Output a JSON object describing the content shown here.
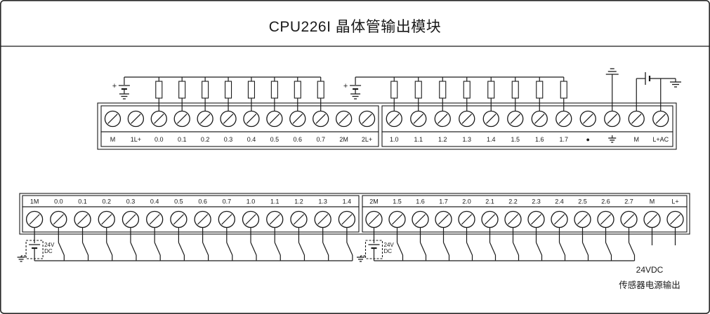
{
  "title": "CPU226I 晶体管输出模块",
  "colors": {
    "line": "#1a1a1a",
    "background": "#ffffff",
    "border": "#2a2a2a"
  },
  "top_strip": {
    "description": "transistor output terminal strip",
    "supply_plus": "+",
    "groups": [
      {
        "name": "output-group-1",
        "labels": [
          "M",
          "1L+",
          "0.0",
          "0.1",
          "0.2",
          "0.3",
          "0.4",
          "0.5",
          "0.6",
          "0.7",
          "2M",
          "2L+"
        ]
      },
      {
        "name": "output-group-2",
        "labels": [
          "1.0",
          "1.1",
          "1.2",
          "1.3",
          "1.4",
          "1.5",
          "1.6",
          "1.7",
          "●",
          "⏚",
          "M",
          "L+AC"
        ]
      }
    ]
  },
  "bottom_strip": {
    "description": "input terminal strip",
    "groups": [
      {
        "name": "input-group-1",
        "labels": [
          "1M",
          "0.0",
          "0.1",
          "0.2",
          "0.3",
          "0.4",
          "0.5",
          "0.6",
          "0.7",
          "1.0",
          "1.1",
          "1.2",
          "1.3",
          "1.4"
        ],
        "supply": {
          "line1": "24V",
          "line2": "DC"
        }
      },
      {
        "name": "input-group-2",
        "labels": [
          "2M",
          "1.5",
          "1.6",
          "1.7",
          "2.0",
          "2.1",
          "2.2",
          "2.3",
          "2.4",
          "2.5",
          "2.6",
          "2.7",
          "M",
          "L+"
        ],
        "supply": {
          "line1": "24V",
          "line2": "DC"
        }
      }
    ],
    "sensor_power": {
      "line1": "24VDC",
      "line2": "传感器电源输出"
    }
  }
}
